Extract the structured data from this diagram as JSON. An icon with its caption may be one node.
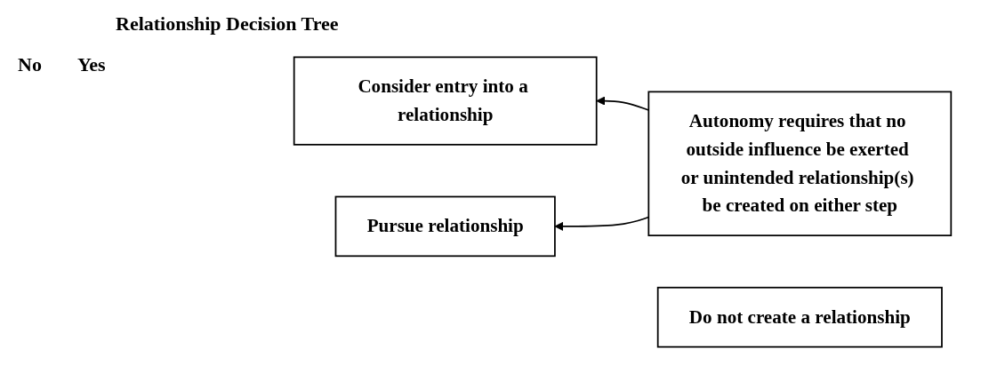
{
  "diagram": {
    "title": "Relationship Decision Tree",
    "nodes": [
      {
        "text": [
          "Autonomy requires that no outside influence be exerted or unintended relationship(s) be created on either step"
        ]
      },
      {
        "text": [
          "Consider entry into a relationship"
        ]
      },
      {
        "text": [
          "Do not create a relationship"
        ]
      },
      {
        "text": [
          "Pursue relationship"
        ]
      }
    ],
    "edges": [
      {
        "from": 0,
        "to": 1,
        "arrow": "to"
      },
      {
        "from": 0,
        "to": 3,
        "arrow": "to"
      }
    ],
    "labels": [
      "No",
      "Yes"
    ]
  }
}
